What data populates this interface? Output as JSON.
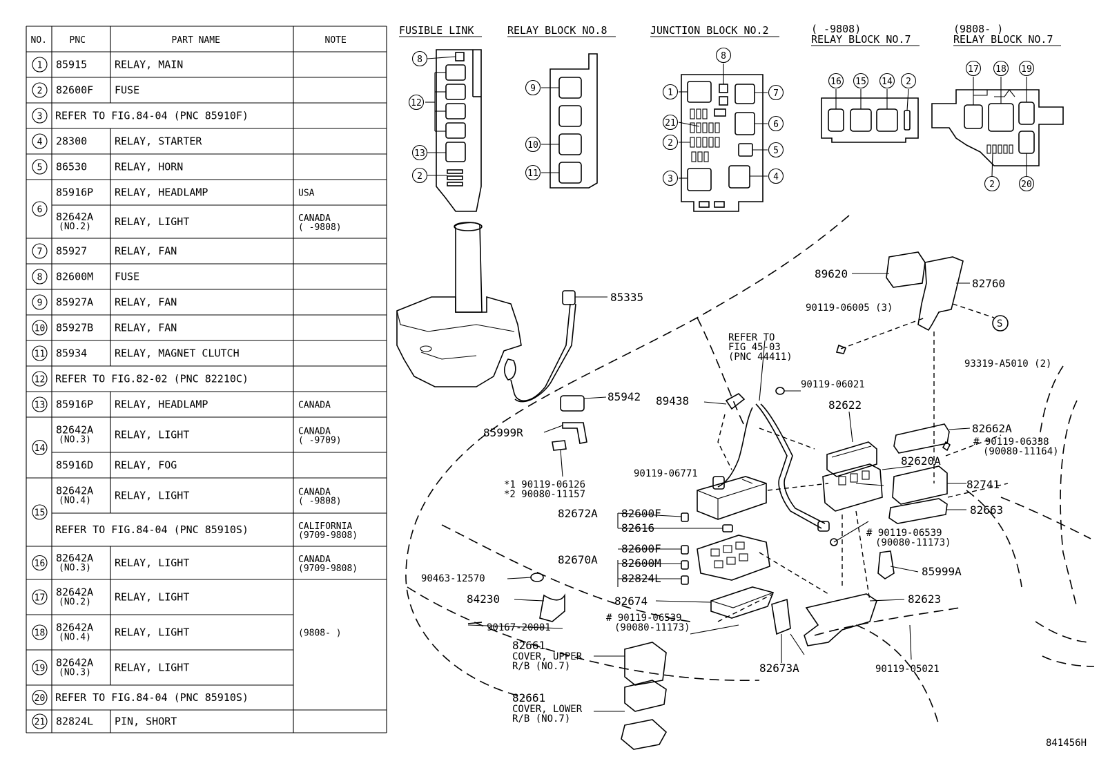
{
  "table": {
    "headers": [
      "NO.",
      "PNC",
      "PART NAME",
      "NOTE"
    ],
    "rows": [
      {
        "no": "1",
        "sub": [
          {
            "pnc": "85915",
            "name": "RELAY, MAIN",
            "note": ""
          }
        ]
      },
      {
        "no": "2",
        "sub": [
          {
            "pnc": "82600F",
            "name": "FUSE",
            "note": ""
          }
        ]
      },
      {
        "no": "3",
        "sub": [
          {
            "pnc": "",
            "name": "REFER TO FIG.84-04 (PNC 85910F)",
            "note": ""
          }
        ]
      },
      {
        "no": "4",
        "sub": [
          {
            "pnc": "28300",
            "name": "RELAY, STARTER",
            "note": ""
          }
        ]
      },
      {
        "no": "5",
        "sub": [
          {
            "pnc": "86530",
            "name": "RELAY, HORN",
            "note": ""
          }
        ]
      },
      {
        "no": "6",
        "sub": [
          {
            "pnc": "85916P",
            "name": "RELAY, HEADLAMP",
            "note": "USA"
          },
          {
            "pnc": "82642A",
            "pnc2": "(NO.2)",
            "name": "RELAY, LIGHT",
            "note": "CANADA",
            "note2": "(   -9808)"
          }
        ]
      },
      {
        "no": "7",
        "sub": [
          {
            "pnc": "85927",
            "name": "RELAY, FAN",
            "note": ""
          }
        ]
      },
      {
        "no": "8",
        "sub": [
          {
            "pnc": "82600M",
            "name": "FUSE",
            "note": ""
          }
        ]
      },
      {
        "no": "9",
        "sub": [
          {
            "pnc": "85927A",
            "name": "RELAY, FAN",
            "note": ""
          }
        ]
      },
      {
        "no": "10",
        "sub": [
          {
            "pnc": "85927B",
            "name": "RELAY, FAN",
            "note": ""
          }
        ]
      },
      {
        "no": "11",
        "sub": [
          {
            "pnc": "85934",
            "name": "RELAY, MAGNET CLUTCH",
            "note": ""
          }
        ]
      },
      {
        "no": "12",
        "sub": [
          {
            "pnc": "",
            "name": "REFER TO FIG.82-02 (PNC 82210C)",
            "note": ""
          }
        ]
      },
      {
        "no": "13",
        "sub": [
          {
            "pnc": "85916P",
            "name": "RELAY, HEADLAMP",
            "note": "CANADA"
          }
        ]
      },
      {
        "no": "14",
        "sub": [
          {
            "pnc": "82642A",
            "pnc2": "(NO.3)",
            "name": "RELAY, LIGHT",
            "note": "CANADA",
            "note2": "(   -9709)"
          },
          {
            "pnc": "85916D",
            "name": "RELAY, FOG",
            "note": ""
          }
        ]
      },
      {
        "no": "15",
        "sub": [
          {
            "pnc": "82642A",
            "pnc2": "(NO.4)",
            "name": "RELAY, LIGHT",
            "note": "CANADA",
            "note2": "(   -9808)"
          },
          {
            "pnc": "",
            "name": "REFER TO FIG.84-04 (PNC 85910S)",
            "note": "CALIFORNIA",
            "note2": "(9709-9808)"
          }
        ]
      },
      {
        "no": "16",
        "sub": [
          {
            "pnc": "82642A",
            "pnc2": "(NO.3)",
            "name": "RELAY, LIGHT",
            "note": "CANADA",
            "note2": "(9709-9808)"
          }
        ]
      },
      {
        "no": "17",
        "sub": [
          {
            "pnc": "82642A",
            "pnc2": "(NO.2)",
            "name": "RELAY, LIGHT",
            "note": ""
          }
        ]
      },
      {
        "no": "18",
        "sub": [
          {
            "pnc": "82642A",
            "pnc2": "(NO.4)",
            "name": "RELAY, LIGHT",
            "note": "(9808-     )"
          }
        ]
      },
      {
        "no": "19",
        "sub": [
          {
            "pnc": "82642A",
            "pnc2": "(NO.3)",
            "name": "RELAY, LIGHT",
            "note": ""
          }
        ]
      },
      {
        "no": "20",
        "sub": [
          {
            "pnc": "",
            "name": "REFER TO FIG.84-04 (PNC 85910S)",
            "note": ""
          }
        ]
      },
      {
        "no": "21",
        "sub": [
          {
            "pnc": "82824L",
            "name": "PIN,  SHORT",
            "note": ""
          }
        ]
      }
    ]
  },
  "blocks": {
    "fusible_link": {
      "title": "FUSIBLE LINK",
      "callouts": [
        "8",
        "12",
        "13",
        "2"
      ]
    },
    "relay_block_8": {
      "title": "RELAY BLOCK NO.8",
      "callouts": [
        "9",
        "10",
        "11"
      ]
    },
    "junction_block_2": {
      "title": "JUNCTION BLOCK NO.2",
      "callouts": [
        "8",
        "1",
        "7",
        "21",
        "6",
        "2",
        "5",
        "3",
        "4"
      ]
    },
    "relay_block_7a": {
      "title_range": "(    -9808)",
      "title": "RELAY BLOCK NO.7",
      "callouts": [
        "16",
        "15",
        "14",
        "2"
      ]
    },
    "relay_block_7b": {
      "title_range": "(9808-     )",
      "title": "RELAY BLOCK NO.7",
      "callouts": [
        "17",
        "18",
        "19",
        "2",
        "20"
      ]
    }
  },
  "diagram_labels": {
    "l85335": "85335",
    "l89620": "89620",
    "l82760": "82760",
    "l9011906005": "90119-06005 (3)",
    "lS": "S",
    "l93319": "93319-A5010 (2)",
    "refer1": "REFER TO",
    "refer2": "FIG 45-03",
    "refer3": "(PNC 44411)",
    "l9011906021": "90119-06021",
    "l85942": "85942",
    "l89438": "89438",
    "l82622": "82622",
    "l82662A": "82662A",
    "l85999R": "85999R",
    "l9011906338": "# 90119-06338",
    "l9008011164": "(90080-11164)",
    "l82620A": "82620A",
    "l9011906771": "90119-06771",
    "l82741": "82741",
    "s1": "*1 90119-06126",
    "s2": "*2 90080-11157",
    "l82672A": "82672A",
    "l82600F1": "82600F",
    "l82616": "82616",
    "l82663": "82663",
    "l9011906539a": "# 90119-06539",
    "l9008011173a": "(90080-11173)",
    "l82670A": "82670A",
    "l82600F2": "82600F",
    "l82600M": "82600M",
    "l82824L": "82824L",
    "l85999A": "85999A",
    "l9046312570": "90463-12570",
    "l84230": "84230",
    "l82674": "82674",
    "l82623": "82623",
    "l9016720001": "90167-20001",
    "l9011906539b": "# 90119-06539",
    "l9008011173b": "(90080-11173)",
    "l82661a": "82661",
    "cov1a": "COVER, UPPER",
    "cov1b": "R/B (NO.7)",
    "l82673A": "82673A",
    "l9011905021": "90119-05021",
    "l82661b": "82661",
    "cov2a": "COVER, LOWER",
    "cov2b": "R/B (NO.7)",
    "figno": "841456H"
  }
}
